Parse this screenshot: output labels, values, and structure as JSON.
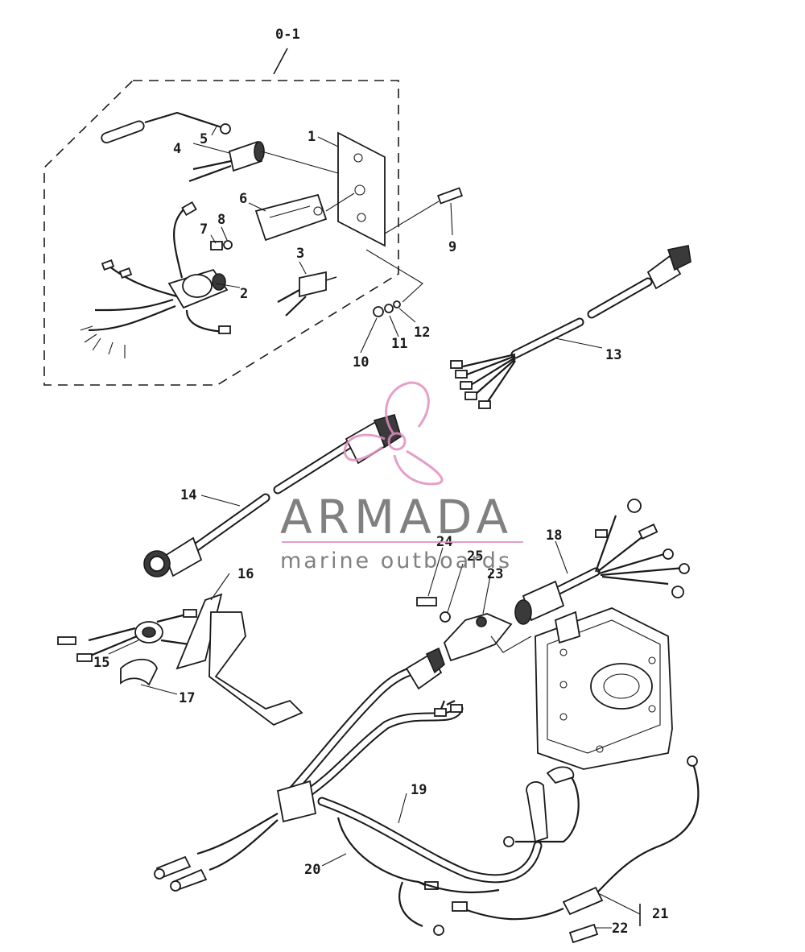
{
  "diagram": {
    "group_label": "0-1",
    "callouts": [
      {
        "id": "1",
        "text": "1"
      },
      {
        "id": "2",
        "text": "2"
      },
      {
        "id": "3",
        "text": "3"
      },
      {
        "id": "4",
        "text": "4"
      },
      {
        "id": "5",
        "text": "5"
      },
      {
        "id": "6",
        "text": "6"
      },
      {
        "id": "7",
        "text": "7"
      },
      {
        "id": "8",
        "text": "8"
      },
      {
        "id": "9",
        "text": "9"
      },
      {
        "id": "10",
        "text": "10"
      },
      {
        "id": "11",
        "text": "11"
      },
      {
        "id": "12",
        "text": "12"
      },
      {
        "id": "13",
        "text": "13"
      },
      {
        "id": "14",
        "text": "14"
      },
      {
        "id": "15",
        "text": "15"
      },
      {
        "id": "16",
        "text": "16"
      },
      {
        "id": "17",
        "text": "17"
      },
      {
        "id": "18",
        "text": "18"
      },
      {
        "id": "19",
        "text": "19"
      },
      {
        "id": "20",
        "text": "20"
      },
      {
        "id": "21",
        "text": "21"
      },
      {
        "id": "22",
        "text": "22"
      },
      {
        "id": "23",
        "text": "23"
      },
      {
        "id": "24",
        "text": "24"
      },
      {
        "id": "25",
        "text": "25"
      }
    ]
  },
  "watermark": {
    "brand": "ARMADA",
    "tagline": "marine outboards",
    "logo_color": "#e08fbf",
    "text_color": "#6b6b6b"
  }
}
